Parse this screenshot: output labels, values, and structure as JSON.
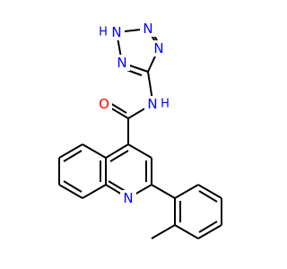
{
  "atoms": {
    "tetrazole_n1": "N",
    "tetrazole_n1_h": "H",
    "tetrazole_n2": "N",
    "tetrazole_n3": "N",
    "tetrazole_n4": "N",
    "amide_n": "N",
    "amide_n_h": "H",
    "carbonyl_o": "O",
    "quinoline_n": "N"
  },
  "colors": {
    "nitrogen": "#0000ff",
    "oxygen": "#ff0000",
    "bond": "#000000",
    "background": "#ffffff"
  }
}
